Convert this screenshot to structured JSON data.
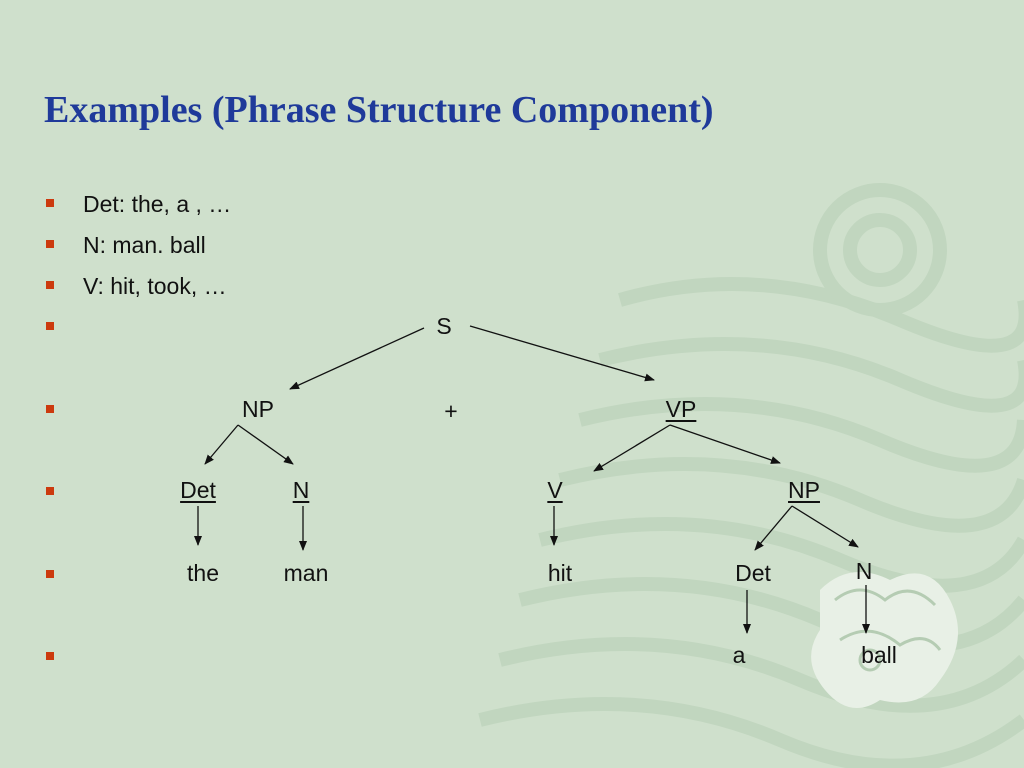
{
  "slide": {
    "title": "Examples (Phrase Structure Component)",
    "bullets": [
      "Det: the, a , …",
      "N: man. ball",
      "V: hit, took, …"
    ],
    "colors": {
      "title": "#1f3a9a",
      "bullet": "#cc3a0e",
      "background": "#cfe0cc"
    }
  },
  "tree": {
    "root": "S",
    "np": "NP",
    "plus": "+",
    "vp": "VP",
    "det1": "Det",
    "n1": "N",
    "v": "V",
    "np2": "NP",
    "the": "the",
    "man": "man",
    "hit": "hit",
    "det2": "Det",
    "n2": "N",
    "a": "a",
    "ball": "ball"
  }
}
